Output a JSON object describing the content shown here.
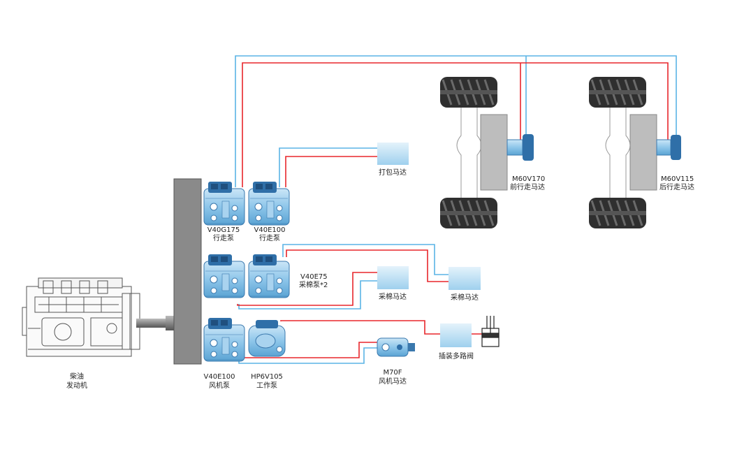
{
  "colors": {
    "pressure_line": "#e8262b",
    "return_line": "#5ab4e5",
    "pump_blue": "#8ec6ea",
    "pump_dark": "#2d6ea6",
    "motor_box_top": "#d7ecf8",
    "motor_box_bottom": "#a8d4ef",
    "flywheel": "#8a8a8a",
    "axle_housing": "#bdbdbd",
    "tire": "#333333"
  },
  "labels": {
    "engine": [
      "柴油",
      "发动机"
    ],
    "pump_drive_1": [
      "V40G175",
      "行走泵"
    ],
    "pump_drive_2": [
      "V40E100",
      "行走泵"
    ],
    "pump_picker": [
      "V40E75",
      "采棉泵*2"
    ],
    "pump_fan": [
      "V40E100",
      "风机泵"
    ],
    "pump_work": [
      "HP6V105",
      "工作泵"
    ],
    "motor_baler": "打包马达",
    "motor_picker_1": "采棉马达",
    "motor_picker_2": "采棉马达",
    "motor_fan": [
      "M70F",
      "风机马达"
    ],
    "valve_multi": "插装多路阀",
    "motor_front": [
      "M60V170",
      "前行走马达"
    ],
    "motor_rear": [
      "M60V115",
      "后行走马达"
    ]
  }
}
